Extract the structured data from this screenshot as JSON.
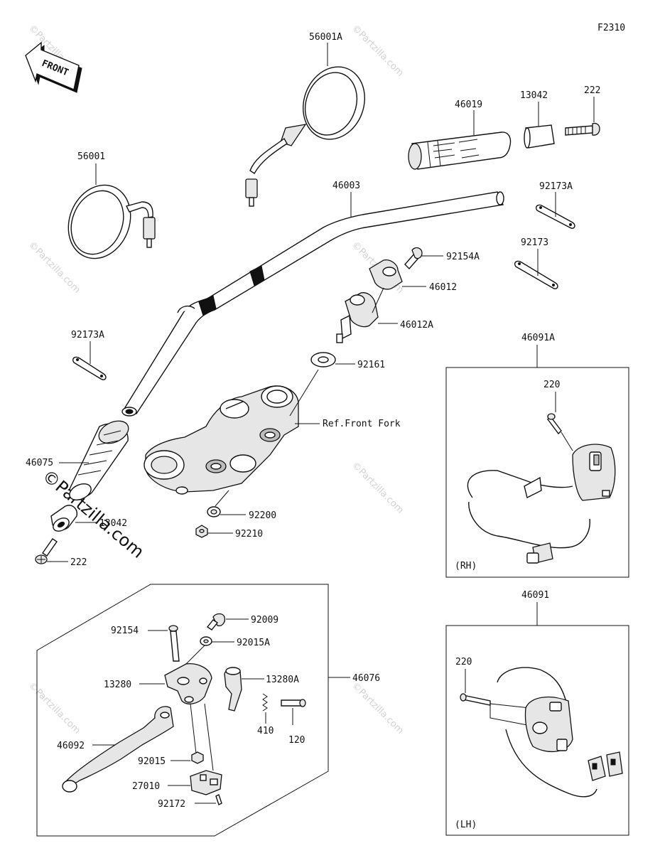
{
  "diagram_code": "F2310",
  "front_badge": "FRONT",
  "watermark": "©Partzilla.com",
  "watermark_large": "©Partzilla.com",
  "parts": {
    "mirror_right": "56001A",
    "mirror_left": "56001",
    "handlebar": "46003",
    "grip_right": "46019",
    "weight_right": "13042",
    "screw_right": "222",
    "plate_right_top": "92173A",
    "plate_right": "92173",
    "bolt_holder": "92154A",
    "holder_upper": "46012",
    "holder_lower": "46012A",
    "plate_left": "92173A",
    "washer_holder": "92161",
    "ref_front_fork": "Ref.Front Fork",
    "grip_left": "46075",
    "weight_left": "13042",
    "screw_left": "222",
    "washer_clamp": "92200",
    "nut_clamp": "92210",
    "switch_rh_assy": "46091A",
    "switch_rh_screw": "220",
    "switch_rh_side": "(RH)",
    "switch_lh_assy": "46091",
    "switch_lh_screw": "220",
    "switch_lh_side": "(LH)",
    "lever_assy": "46076",
    "bolt_lever": "92154",
    "screw_92009": "92009",
    "washer_92015a": "92015A",
    "bracket_13280": "13280",
    "bracket_13280a": "13280A",
    "spring_410": "410",
    "bolt_120": "120",
    "lever_46092": "46092",
    "nut_92015": "92015",
    "switch_27010": "27010",
    "screw_92172": "92172"
  }
}
